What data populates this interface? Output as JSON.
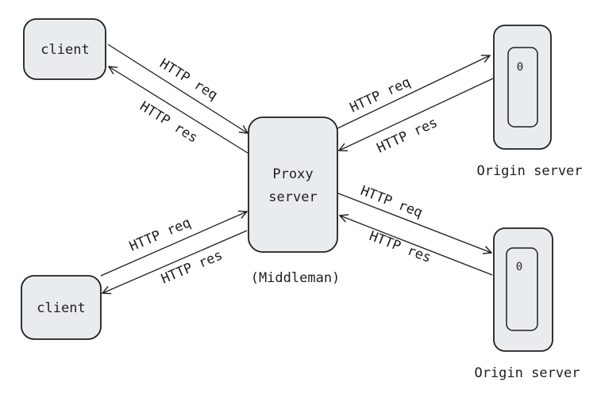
{
  "nodes": {
    "client_top": "client",
    "client_bottom": "client",
    "proxy_line1": "Proxy",
    "proxy_line2": "server",
    "proxy_caption": "(Middleman)",
    "origin_top_caption": "Origin server",
    "origin_bottom_caption": "Origin server",
    "origin_top_glyph": "0",
    "origin_bottom_glyph": "0"
  },
  "edges": {
    "top_client_req": "HTTP req",
    "top_client_res": "HTTP res",
    "bottom_client_req": "HTTP req",
    "bottom_client_res": "HTTP res",
    "top_origin_req": "HTTP req",
    "top_origin_res": "HTTP res",
    "bottom_origin_req": "HTTP req",
    "bottom_origin_res": "HTTP res"
  },
  "colors": {
    "box_fill": "#e9ecef",
    "stroke": "#1e1e1e"
  }
}
